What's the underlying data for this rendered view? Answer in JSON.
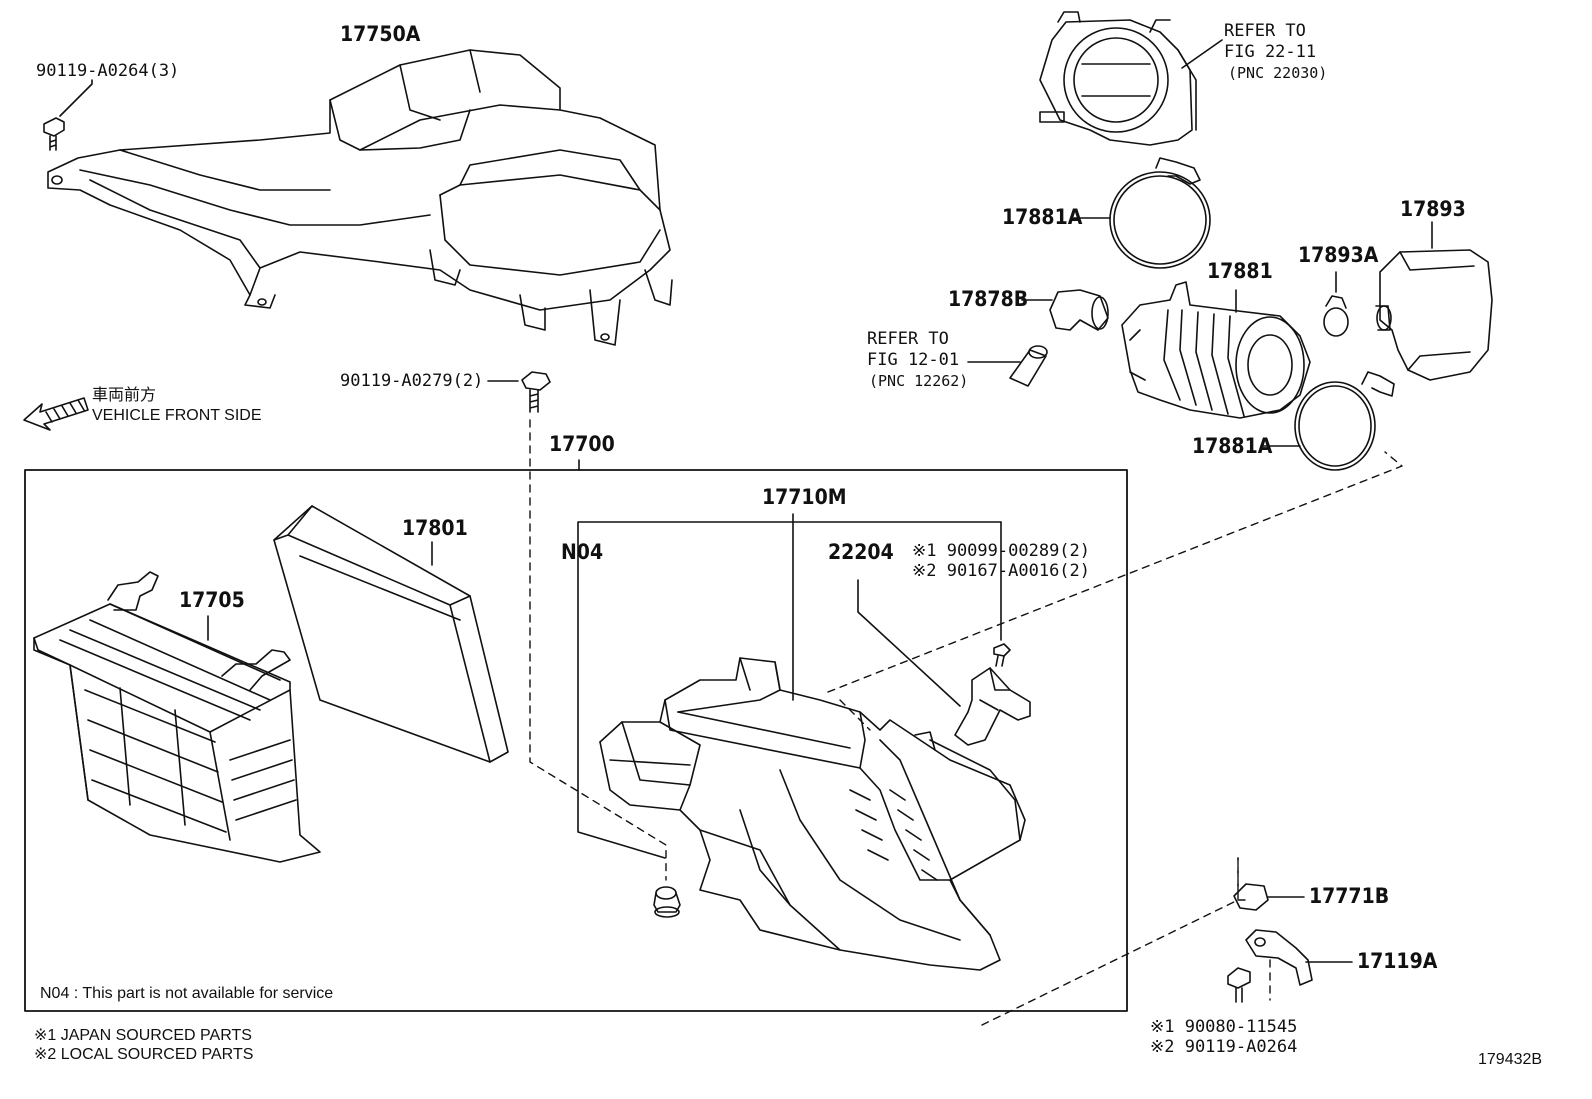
{
  "labels": {
    "p17750A": "17750A",
    "p90119_A0264_3": "90119-A0264(3)",
    "p90119_A0279_2": "90119-A0279(2)",
    "p17700": "17700",
    "p17801": "17801",
    "p17705": "17705",
    "p17710M": "17710M",
    "pN04": "N04",
    "p22204": "22204",
    "p90099": "※1 90099-00289(2)",
    "p90167": "※2 90167-A0016(2)",
    "p17881A_top": "17881A",
    "p17881A_bottom": "17881A",
    "p17881": "17881",
    "p17878B": "17878B",
    "p17893": "17893",
    "p17893A": "17893A",
    "p17771B": "17771B",
    "p17119A": "17119A",
    "p90080": "※1  90080-11545",
    "p90119_A0264": "※2  90119-A0264",
    "refer_throttle_1": "REFER TO",
    "refer_throttle_2": "FIG 22-11",
    "refer_throttle_3": "(PNC 22030)",
    "refer_hose_1": "REFER TO",
    "refer_hose_2": "FIG 12-01",
    "refer_hose_3": "(PNC 12262)",
    "front_jp": "車両前方",
    "front_en": "VEHICLE FRONT SIDE",
    "n04_note": "N04 : This part is not available for service",
    "legend_1": "※1 JAPAN SOURCED PARTS",
    "legend_2": "※2 LOCAL SOURCED PARTS",
    "figure_id": "179432B"
  }
}
